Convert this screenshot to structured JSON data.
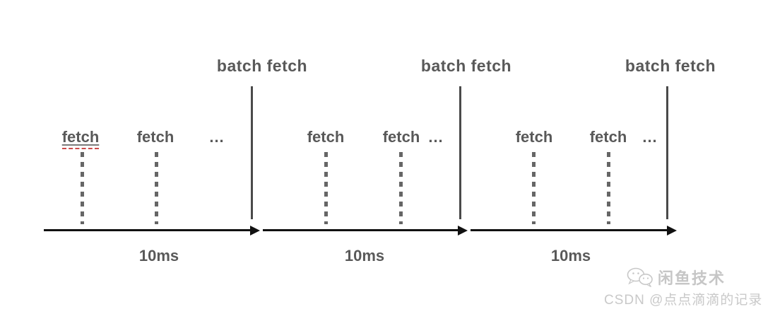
{
  "diagram": {
    "description": "timeline of fetch requests grouped into periodic batch fetches",
    "sections": [
      {
        "batch_label": "batch fetch",
        "fetch_labels": [
          "fetch",
          "fetch"
        ],
        "ellipsis": "...",
        "duration": "10ms"
      },
      {
        "batch_label": "batch fetch",
        "fetch_labels": [
          "fetch",
          "fetch"
        ],
        "ellipsis": "...",
        "duration": "10ms"
      },
      {
        "batch_label": "batch fetch",
        "fetch_labels": [
          "fetch",
          "fetch"
        ],
        "ellipsis": "...",
        "duration": "10ms"
      }
    ],
    "colors": {
      "label_gray": "#595959",
      "batch_line_gray": "#4a4a4a",
      "dash_gray": "#666666",
      "arrow_black": "#111111",
      "spellcheck_red": "#cb4a4a"
    }
  },
  "watermark": {
    "icon": "wechat-icon",
    "brand": "闲鱼技术",
    "credit": "CSDN @点点滴滴的记录",
    "color": "#c8c8c8"
  }
}
